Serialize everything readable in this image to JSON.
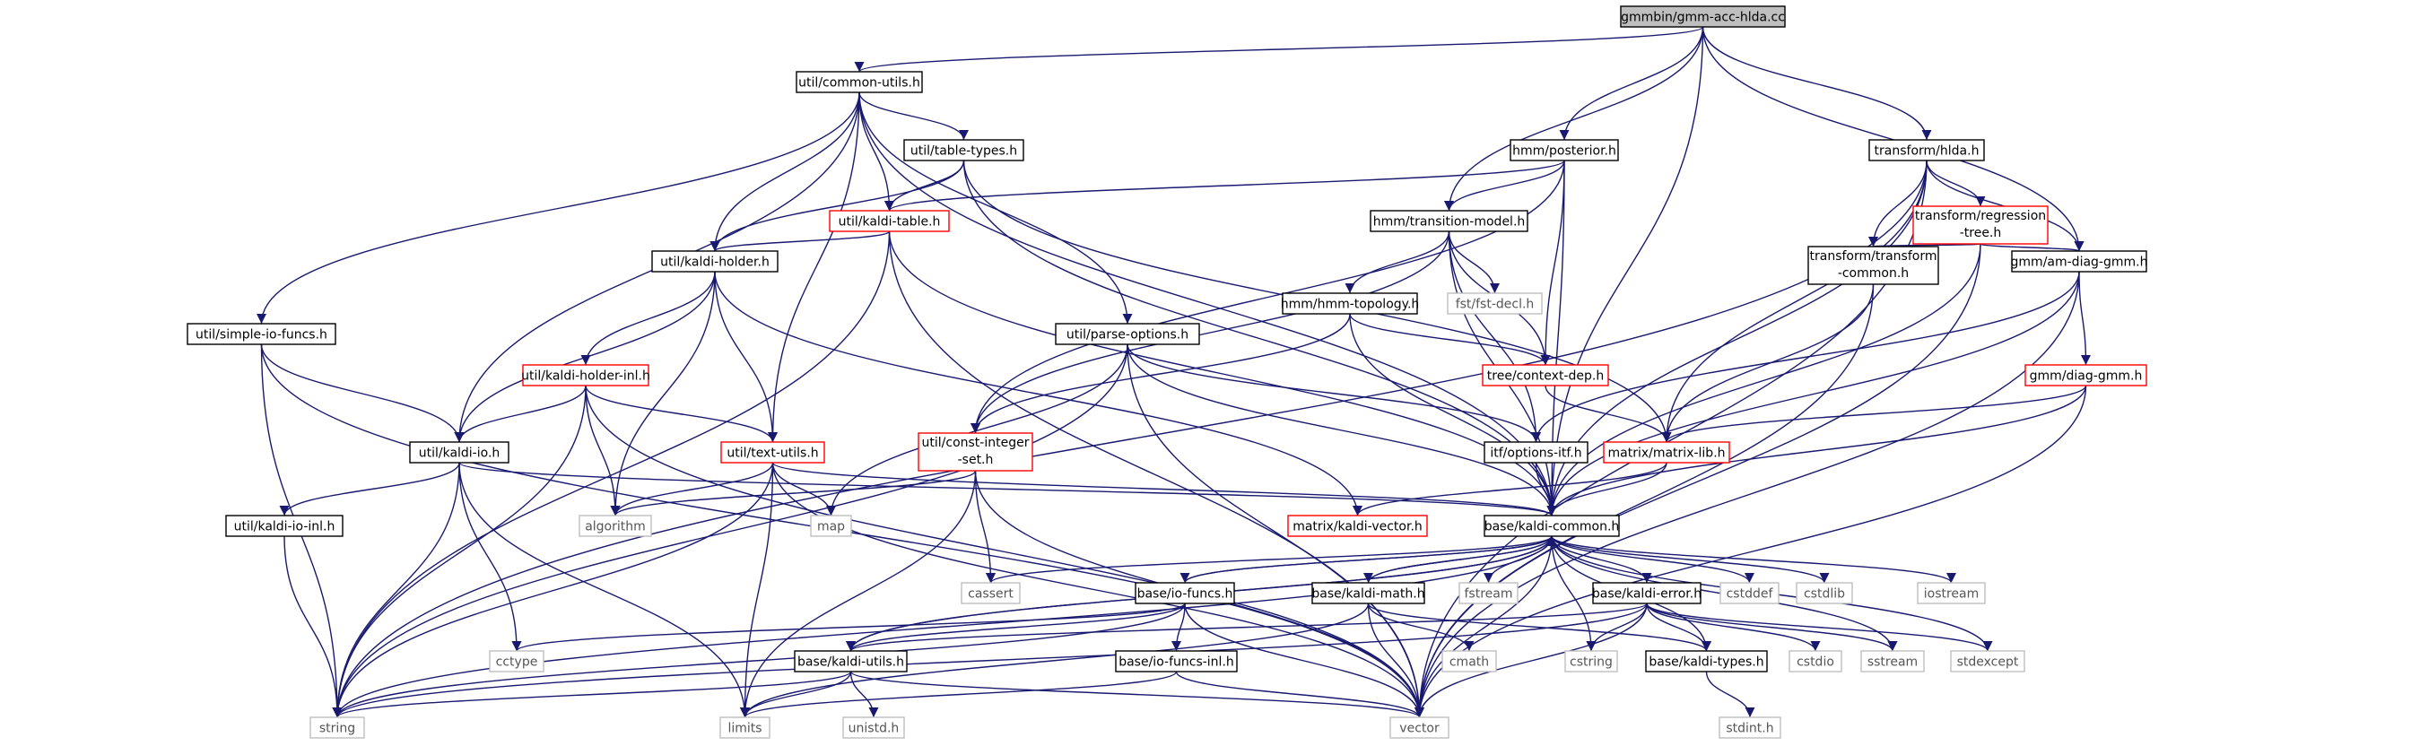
{
  "graph": {
    "nodes": [
      {
        "id": "root",
        "label": "gmmbin/gmm-acc-hlda.cc",
        "kind": "root"
      },
      {
        "id": "common_utils",
        "label": "util/common-utils.h",
        "kind": "normal"
      },
      {
        "id": "hmm_posterior",
        "label": "hmm/posterior.h",
        "kind": "normal"
      },
      {
        "id": "transform_hlda",
        "label": "transform/hlda.h",
        "kind": "normal"
      },
      {
        "id": "table_types",
        "label": "util/table-types.h",
        "kind": "normal"
      },
      {
        "id": "kaldi_table",
        "label": "util/kaldi-table.h",
        "kind": "truncated"
      },
      {
        "id": "transition_model",
        "label": "hmm/transition-model.h",
        "kind": "normal"
      },
      {
        "id": "regression_tree",
        "label": "transform/regression-tree.h",
        "kind": "truncated",
        "lines": [
          "transform/regression",
          "-tree.h"
        ]
      },
      {
        "id": "kaldi_holder",
        "label": "util/kaldi-holder.h",
        "kind": "normal"
      },
      {
        "id": "hmm_topology",
        "label": "hmm/hmm-topology.h",
        "kind": "normal"
      },
      {
        "id": "fst_decl",
        "label": "fst/fst-decl.h",
        "kind": "system"
      },
      {
        "id": "transform_common",
        "label": "transform/transform-common.h",
        "kind": "normal",
        "lines": [
          "transform/transform",
          "-common.h"
        ]
      },
      {
        "id": "am_diag_gmm",
        "label": "gmm/am-diag-gmm.h",
        "kind": "normal"
      },
      {
        "id": "simple_io",
        "label": "util/simple-io-funcs.h",
        "kind": "normal"
      },
      {
        "id": "kaldi_holder_inl",
        "label": "util/kaldi-holder-inl.h",
        "kind": "truncated"
      },
      {
        "id": "parse_options",
        "label": "util/parse-options.h",
        "kind": "normal"
      },
      {
        "id": "context_dep",
        "label": "tree/context-dep.h",
        "kind": "truncated"
      },
      {
        "id": "diag_gmm",
        "label": "gmm/diag-gmm.h",
        "kind": "truncated"
      },
      {
        "id": "kaldi_io",
        "label": "util/kaldi-io.h",
        "kind": "normal"
      },
      {
        "id": "text_utils",
        "label": "util/text-utils.h",
        "kind": "truncated"
      },
      {
        "id": "const_integer_set",
        "label": "util/const-integer-set.h",
        "kind": "truncated",
        "lines": [
          "util/const-integer",
          "-set.h"
        ]
      },
      {
        "id": "options_itf",
        "label": "itf/options-itf.h",
        "kind": "normal"
      },
      {
        "id": "matrix_lib",
        "label": "matrix/matrix-lib.h",
        "kind": "truncated"
      },
      {
        "id": "kaldi_io_inl",
        "label": "util/kaldi-io-inl.h",
        "kind": "normal"
      },
      {
        "id": "algorithm",
        "label": "algorithm",
        "kind": "system"
      },
      {
        "id": "map",
        "label": "map",
        "kind": "system"
      },
      {
        "id": "kaldi_vector",
        "label": "matrix/kaldi-vector.h",
        "kind": "truncated"
      },
      {
        "id": "kaldi_common",
        "label": "base/kaldi-common.h",
        "kind": "normal"
      },
      {
        "id": "cassert",
        "label": "cassert",
        "kind": "system"
      },
      {
        "id": "io_funcs",
        "label": "base/io-funcs.h",
        "kind": "normal"
      },
      {
        "id": "kaldi_math",
        "label": "base/kaldi-math.h",
        "kind": "normal"
      },
      {
        "id": "fstream",
        "label": "fstream",
        "kind": "system"
      },
      {
        "id": "kaldi_error",
        "label": "base/kaldi-error.h",
        "kind": "normal"
      },
      {
        "id": "cstddef",
        "label": "cstddef",
        "kind": "system"
      },
      {
        "id": "cstdlib",
        "label": "cstdlib",
        "kind": "system"
      },
      {
        "id": "iostream",
        "label": "iostream",
        "kind": "system"
      },
      {
        "id": "cctype",
        "label": "cctype",
        "kind": "system"
      },
      {
        "id": "kaldi_utils",
        "label": "base/kaldi-utils.h",
        "kind": "normal"
      },
      {
        "id": "io_funcs_inl",
        "label": "base/io-funcs-inl.h",
        "kind": "normal"
      },
      {
        "id": "cmath",
        "label": "cmath",
        "kind": "system"
      },
      {
        "id": "cstring",
        "label": "cstring",
        "kind": "system"
      },
      {
        "id": "kaldi_types",
        "label": "base/kaldi-types.h",
        "kind": "normal"
      },
      {
        "id": "cstdio",
        "label": "cstdio",
        "kind": "system"
      },
      {
        "id": "sstream",
        "label": "sstream",
        "kind": "system"
      },
      {
        "id": "stdexcept",
        "label": "stdexcept",
        "kind": "system"
      },
      {
        "id": "string",
        "label": "string",
        "kind": "system"
      },
      {
        "id": "limits",
        "label": "limits",
        "kind": "system"
      },
      {
        "id": "unistd",
        "label": "unistd.h",
        "kind": "system"
      },
      {
        "id": "vector",
        "label": "vector",
        "kind": "system"
      },
      {
        "id": "stdint",
        "label": "stdint.h",
        "kind": "system"
      }
    ],
    "edges": [
      [
        "root",
        "common_utils"
      ],
      [
        "root",
        "hmm_posterior"
      ],
      [
        "root",
        "transform_hlda"
      ],
      [
        "root",
        "transition_model"
      ],
      [
        "root",
        "am_diag_gmm"
      ],
      [
        "root",
        "kaldi_common"
      ],
      [
        "common_utils",
        "table_types"
      ],
      [
        "common_utils",
        "kaldi_table"
      ],
      [
        "common_utils",
        "kaldi_holder"
      ],
      [
        "common_utils",
        "simple_io"
      ],
      [
        "common_utils",
        "parse_options"
      ],
      [
        "common_utils",
        "kaldi_io"
      ],
      [
        "common_utils",
        "text_utils"
      ],
      [
        "common_utils",
        "kaldi_common"
      ],
      [
        "table_types",
        "kaldi_table"
      ],
      [
        "table_types",
        "kaldi_holder"
      ],
      [
        "table_types",
        "matrix_lib"
      ],
      [
        "table_types",
        "kaldi_common"
      ],
      [
        "kaldi_table",
        "kaldi_holder"
      ],
      [
        "kaldi_table",
        "string"
      ],
      [
        "kaldi_table",
        "vector"
      ],
      [
        "kaldi_table",
        "kaldi_common"
      ],
      [
        "kaldi_holder",
        "kaldi_holder_inl"
      ],
      [
        "kaldi_holder",
        "kaldi_io"
      ],
      [
        "kaldi_holder",
        "text_utils"
      ],
      [
        "kaldi_holder",
        "algorithm"
      ],
      [
        "kaldi_holder",
        "kaldi_vector"
      ],
      [
        "kaldi_holder_inl",
        "kaldi_io"
      ],
      [
        "kaldi_holder_inl",
        "text_utils"
      ],
      [
        "kaldi_holder_inl",
        "algorithm"
      ],
      [
        "kaldi_holder_inl",
        "string"
      ],
      [
        "kaldi_holder_inl",
        "vector"
      ],
      [
        "simple_io",
        "kaldi_io"
      ],
      [
        "simple_io",
        "string"
      ],
      [
        "simple_io",
        "vector"
      ],
      [
        "kaldi_io",
        "kaldi_io_inl"
      ],
      [
        "kaldi_io",
        "cctype"
      ],
      [
        "kaldi_io",
        "kaldi_common"
      ],
      [
        "kaldi_io",
        "string"
      ],
      [
        "kaldi_io",
        "limits"
      ],
      [
        "kaldi_io_inl",
        "string"
      ],
      [
        "text_utils",
        "algorithm"
      ],
      [
        "text_utils",
        "map"
      ],
      [
        "text_utils",
        "kaldi_common"
      ],
      [
        "text_utils",
        "string"
      ],
      [
        "text_utils",
        "limits"
      ],
      [
        "text_utils",
        "vector"
      ],
      [
        "parse_options",
        "options_itf"
      ],
      [
        "parse_options",
        "map"
      ],
      [
        "parse_options",
        "kaldi_common"
      ],
      [
        "parse_options",
        "string"
      ],
      [
        "parse_options",
        "vector"
      ],
      [
        "hmm_posterior",
        "kaldi_table"
      ],
      [
        "hmm_posterior",
        "transition_model"
      ],
      [
        "hmm_posterior",
        "const_integer_set"
      ],
      [
        "hmm_posterior",
        "context_dep"
      ],
      [
        "hmm_posterior",
        "kaldi_common"
      ],
      [
        "transition_model",
        "hmm_topology"
      ],
      [
        "transition_model",
        "fst_decl"
      ],
      [
        "transition_model",
        "context_dep"
      ],
      [
        "transition_model",
        "const_integer_set"
      ],
      [
        "transition_model",
        "options_itf"
      ],
      [
        "transition_model",
        "kaldi_common"
      ],
      [
        "hmm_topology",
        "context_dep"
      ],
      [
        "hmm_topology",
        "const_integer_set"
      ],
      [
        "hmm_topology",
        "kaldi_common"
      ],
      [
        "context_dep",
        "matrix_lib"
      ],
      [
        "const_integer_set",
        "algorithm"
      ],
      [
        "const_integer_set",
        "cassert"
      ],
      [
        "const_integer_set",
        "limits"
      ],
      [
        "const_integer_set",
        "vector"
      ],
      [
        "transform_hlda",
        "regression_tree"
      ],
      [
        "transform_hlda",
        "transform_common"
      ],
      [
        "transform_hlda",
        "am_diag_gmm"
      ],
      [
        "transform_hlda",
        "matrix_lib"
      ],
      [
        "transform_hlda",
        "kaldi_common"
      ],
      [
        "transform_hlda",
        "string"
      ],
      [
        "transform_hlda",
        "vector"
      ],
      [
        "regression_tree",
        "transform_common"
      ],
      [
        "regression_tree",
        "am_diag_gmm"
      ],
      [
        "regression_tree",
        "kaldi_common"
      ],
      [
        "regression_tree",
        "vector"
      ],
      [
        "transform_common",
        "matrix_lib"
      ],
      [
        "transform_common",
        "vector"
      ],
      [
        "am_diag_gmm",
        "diag_gmm"
      ],
      [
        "am_diag_gmm",
        "options_itf"
      ],
      [
        "am_diag_gmm",
        "kaldi_common"
      ],
      [
        "am_diag_gmm",
        "vector"
      ],
      [
        "diag_gmm",
        "matrix_lib"
      ],
      [
        "diag_gmm",
        "kaldi_common"
      ],
      [
        "diag_gmm",
        "vector"
      ],
      [
        "options_itf",
        "kaldi_common"
      ],
      [
        "matrix_lib",
        "kaldi_vector"
      ],
      [
        "matrix_lib",
        "kaldi_common"
      ],
      [
        "kaldi_common",
        "cassert"
      ],
      [
        "kaldi_common",
        "io_funcs"
      ],
      [
        "kaldi_common",
        "kaldi_math"
      ],
      [
        "kaldi_common",
        "fstream"
      ],
      [
        "kaldi_common",
        "kaldi_error"
      ],
      [
        "kaldi_common",
        "cstddef"
      ],
      [
        "kaldi_common",
        "cstdlib"
      ],
      [
        "kaldi_common",
        "iostream"
      ],
      [
        "kaldi_common",
        "cstring"
      ],
      [
        "kaldi_common",
        "sstream"
      ],
      [
        "kaldi_common",
        "stdexcept"
      ],
      [
        "kaldi_common",
        "kaldi_types"
      ],
      [
        "kaldi_common",
        "kaldi_utils"
      ],
      [
        "kaldi_common",
        "string"
      ],
      [
        "kaldi_common",
        "vector"
      ],
      [
        "io_funcs",
        "kaldi_common"
      ],
      [
        "io_funcs",
        "io_funcs_inl"
      ],
      [
        "io_funcs",
        "kaldi_utils"
      ],
      [
        "io_funcs",
        "cctype"
      ],
      [
        "io_funcs",
        "string"
      ],
      [
        "io_funcs",
        "vector"
      ],
      [
        "io_funcs_inl",
        "limits"
      ],
      [
        "io_funcs_inl",
        "vector"
      ],
      [
        "kaldi_math",
        "kaldi_common"
      ],
      [
        "kaldi_math",
        "kaldi_types"
      ],
      [
        "kaldi_math",
        "cmath"
      ],
      [
        "kaldi_math",
        "limits"
      ],
      [
        "kaldi_math",
        "vector"
      ],
      [
        "kaldi_error",
        "kaldi_types"
      ],
      [
        "kaldi_error",
        "cstring"
      ],
      [
        "kaldi_error",
        "cstdio"
      ],
      [
        "kaldi_error",
        "sstream"
      ],
      [
        "kaldi_error",
        "stdexcept"
      ],
      [
        "kaldi_error",
        "kaldi_utils"
      ],
      [
        "kaldi_error",
        "string"
      ],
      [
        "kaldi_error",
        "vector"
      ],
      [
        "kaldi_utils",
        "kaldi_common"
      ],
      [
        "kaldi_utils",
        "string"
      ],
      [
        "kaldi_utils",
        "limits"
      ],
      [
        "kaldi_utils",
        "unistd"
      ],
      [
        "kaldi_utils",
        "vector"
      ],
      [
        "kaldi_types",
        "stdint"
      ]
    ]
  },
  "colors": {
    "edge": "#191970",
    "root_fill": "#bfbfbf",
    "normal_border": "#000000",
    "truncated_border": "#ff0000",
    "system_border": "#bfbfbf",
    "system_text": "#555555",
    "node_fill": "#ffffff"
  }
}
